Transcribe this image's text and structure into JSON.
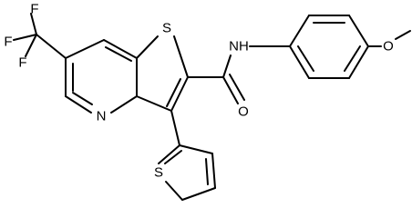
{
  "molecule": {
    "atoms": {
      "f1": "F",
      "f2": "F",
      "f3": "F",
      "s_fused": "S",
      "n_pyridine": "N",
      "nh": "NH",
      "o_carbonyl": "O",
      "o_methoxy": "O",
      "s_thiophene": "S"
    }
  },
  "colors": {
    "bond": "#000000",
    "label": "#000000",
    "background": "#ffffff"
  }
}
